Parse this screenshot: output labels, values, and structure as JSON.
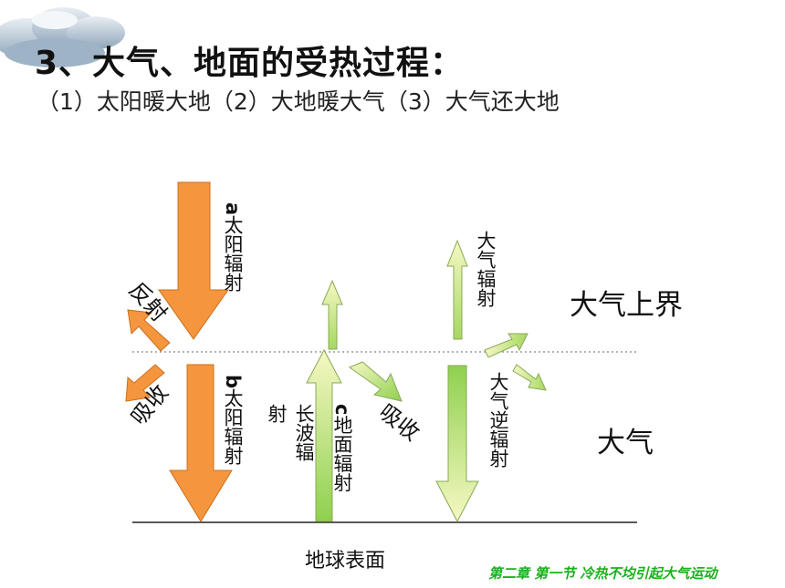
{
  "slide": {
    "title": "3、大气、地面的受热过程：",
    "subtitle": "（1）太阳暖大地（2）大地暖大气（3）大气还大地",
    "footer": "第二章 第一节 冷热不均引起大气运动"
  },
  "labels": {
    "a_letter": "a",
    "a_text": "太阳辐射",
    "b_letter": "b",
    "b_text": "太阳辐射",
    "reflect": "反射",
    "absorb_left": "吸收",
    "absorb_mid": "吸收",
    "c_letter": "c",
    "c_text": "地面辐射",
    "longwave": "长波辐",
    "longwave_she": "射",
    "atm_radiation": "大气辐射",
    "counter_radiation": "大气逆辐射",
    "upper_boundary": "大气上界",
    "atmosphere": "大气",
    "ground": "地球表面"
  },
  "colors": {
    "solar": "#f5963f",
    "solar_stroke": "#c9701e",
    "longwave_light": "#f6f8c4",
    "longwave_dark": "#92d150",
    "footer": "#19b11c"
  }
}
